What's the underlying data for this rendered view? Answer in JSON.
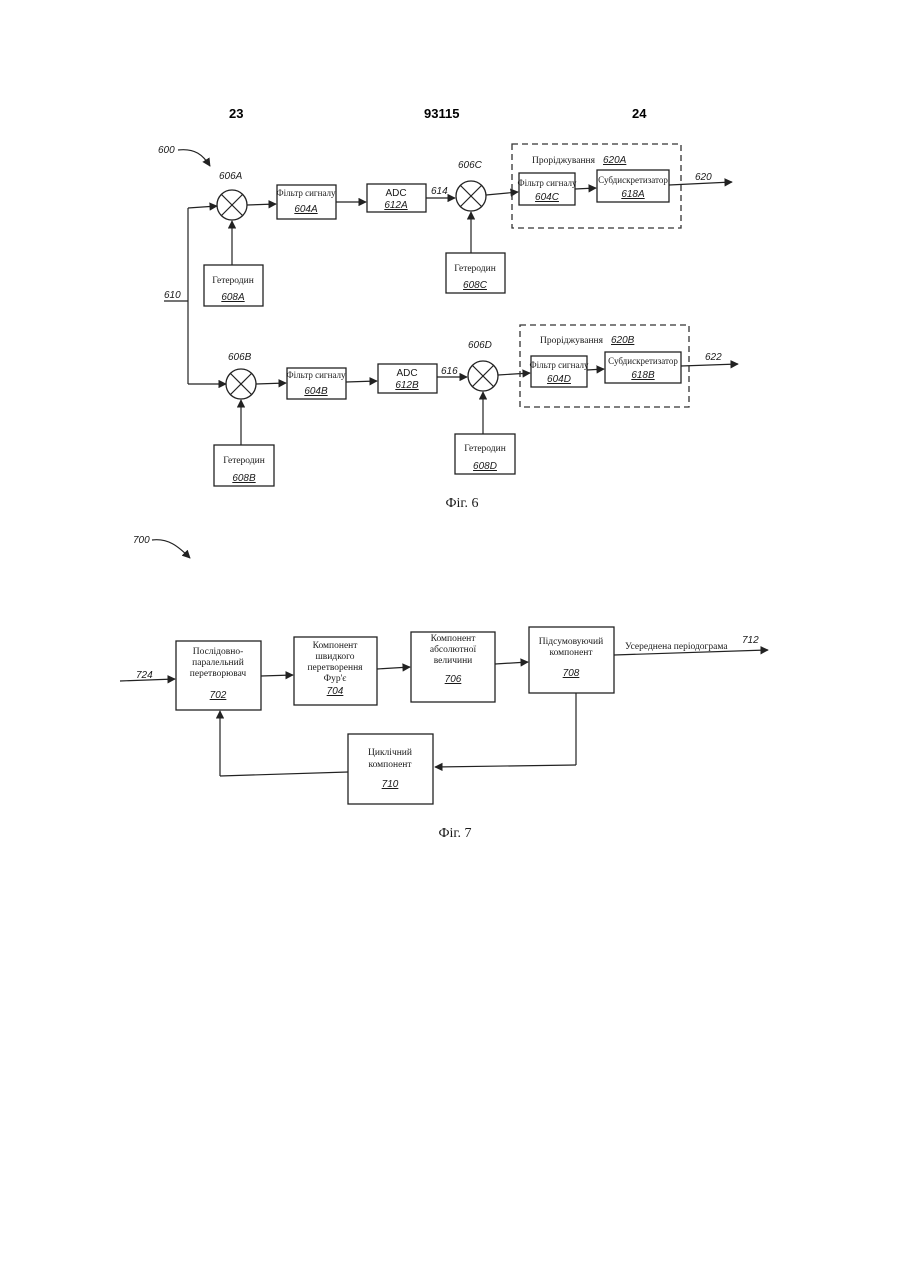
{
  "header": {
    "left": "23",
    "center": "93115",
    "right": "24"
  },
  "fig6": {
    "ref": "600",
    "input": "610",
    "mixers": {
      "a": "606A",
      "b": "606B",
      "c": "606C",
      "d": "606D"
    },
    "filters": {
      "a": {
        "label": "Фільтр сигналу",
        "ref": "604A"
      },
      "b": {
        "label": "Фільтр сигналу",
        "ref": "604B"
      },
      "c": {
        "label": "Фільтр сигналу",
        "ref": "604C"
      },
      "d": {
        "label": "Фільтр сигналу",
        "ref": "604D"
      }
    },
    "adcs": {
      "a": {
        "label": "ADC",
        "ref": "612A"
      },
      "b": {
        "label": "ADC",
        "ref": "612B"
      }
    },
    "oscillators": {
      "a": {
        "label": "Гетеродин",
        "ref": "608A"
      },
      "b": {
        "label": "Гетеродин",
        "ref": "608B"
      },
      "c": {
        "label": "Гетеродин",
        "ref": "608C"
      },
      "d": {
        "label": "Гетеродин",
        "ref": "608D"
      }
    },
    "decimators": {
      "a": {
        "label": "Субдискретизатор",
        "ref": "618A"
      },
      "b": {
        "label": "Субдискретизатор",
        "ref": "618B"
      }
    },
    "decimation": {
      "a": {
        "label": "Проріджування",
        "ref": "620A"
      },
      "b": {
        "label": "Проріджування",
        "ref": "620B"
      }
    },
    "signals": {
      "s614": "614",
      "s616": "616",
      "out_a": "620",
      "out_b": "622"
    },
    "caption": "Фіг. 6"
  },
  "fig7": {
    "ref": "700",
    "input": "724",
    "sp_converter": {
      "l1": "Послідовно-",
      "l2": "паралельний",
      "l3": "перетворювач",
      "ref": "702"
    },
    "fft": {
      "l1": "Компонент",
      "l2": "швидкого",
      "l3": "перетворення",
      "l4": "Фур'є",
      "ref": "704"
    },
    "abs": {
      "l1": "Компонент",
      "l2": "абсолютної",
      "l3": "величини",
      "ref": "706"
    },
    "sum": {
      "l1": "Підсумовуючий",
      "l2": "компонент",
      "ref": "708"
    },
    "cyclic": {
      "l1": "Циклічний",
      "l2": "компонент",
      "ref": "710"
    },
    "output": {
      "label": "Усереднена періодограма",
      "ref": "712"
    },
    "caption": "Фіг. 7"
  }
}
